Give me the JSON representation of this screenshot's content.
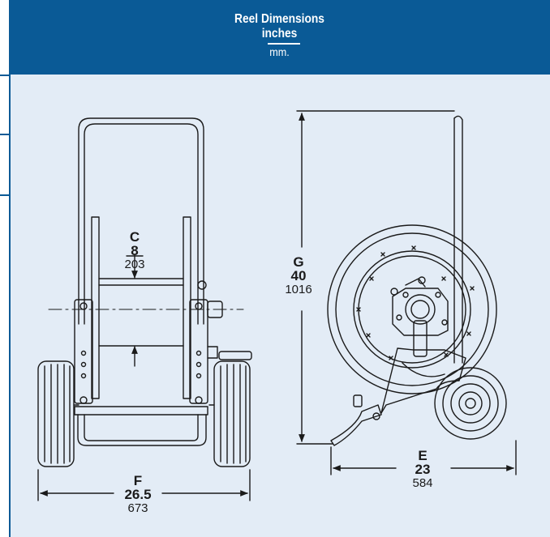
{
  "header": {
    "title": "Reel Dimensions",
    "unit_primary": "inches",
    "unit_secondary": "mm."
  },
  "dimensions": [
    {
      "letter": "C",
      "inches": "8",
      "mm": "203"
    },
    {
      "letter": "G",
      "inches": "40",
      "mm": "1016"
    },
    {
      "letter": "F",
      "inches": "26.5",
      "mm": "673"
    },
    {
      "letter": "E",
      "inches": "23",
      "mm": "584"
    }
  ],
  "colors": {
    "header_bg": "#0a5a96",
    "panel_bg": "#e3ecf6",
    "line": "#1a1a1a"
  }
}
